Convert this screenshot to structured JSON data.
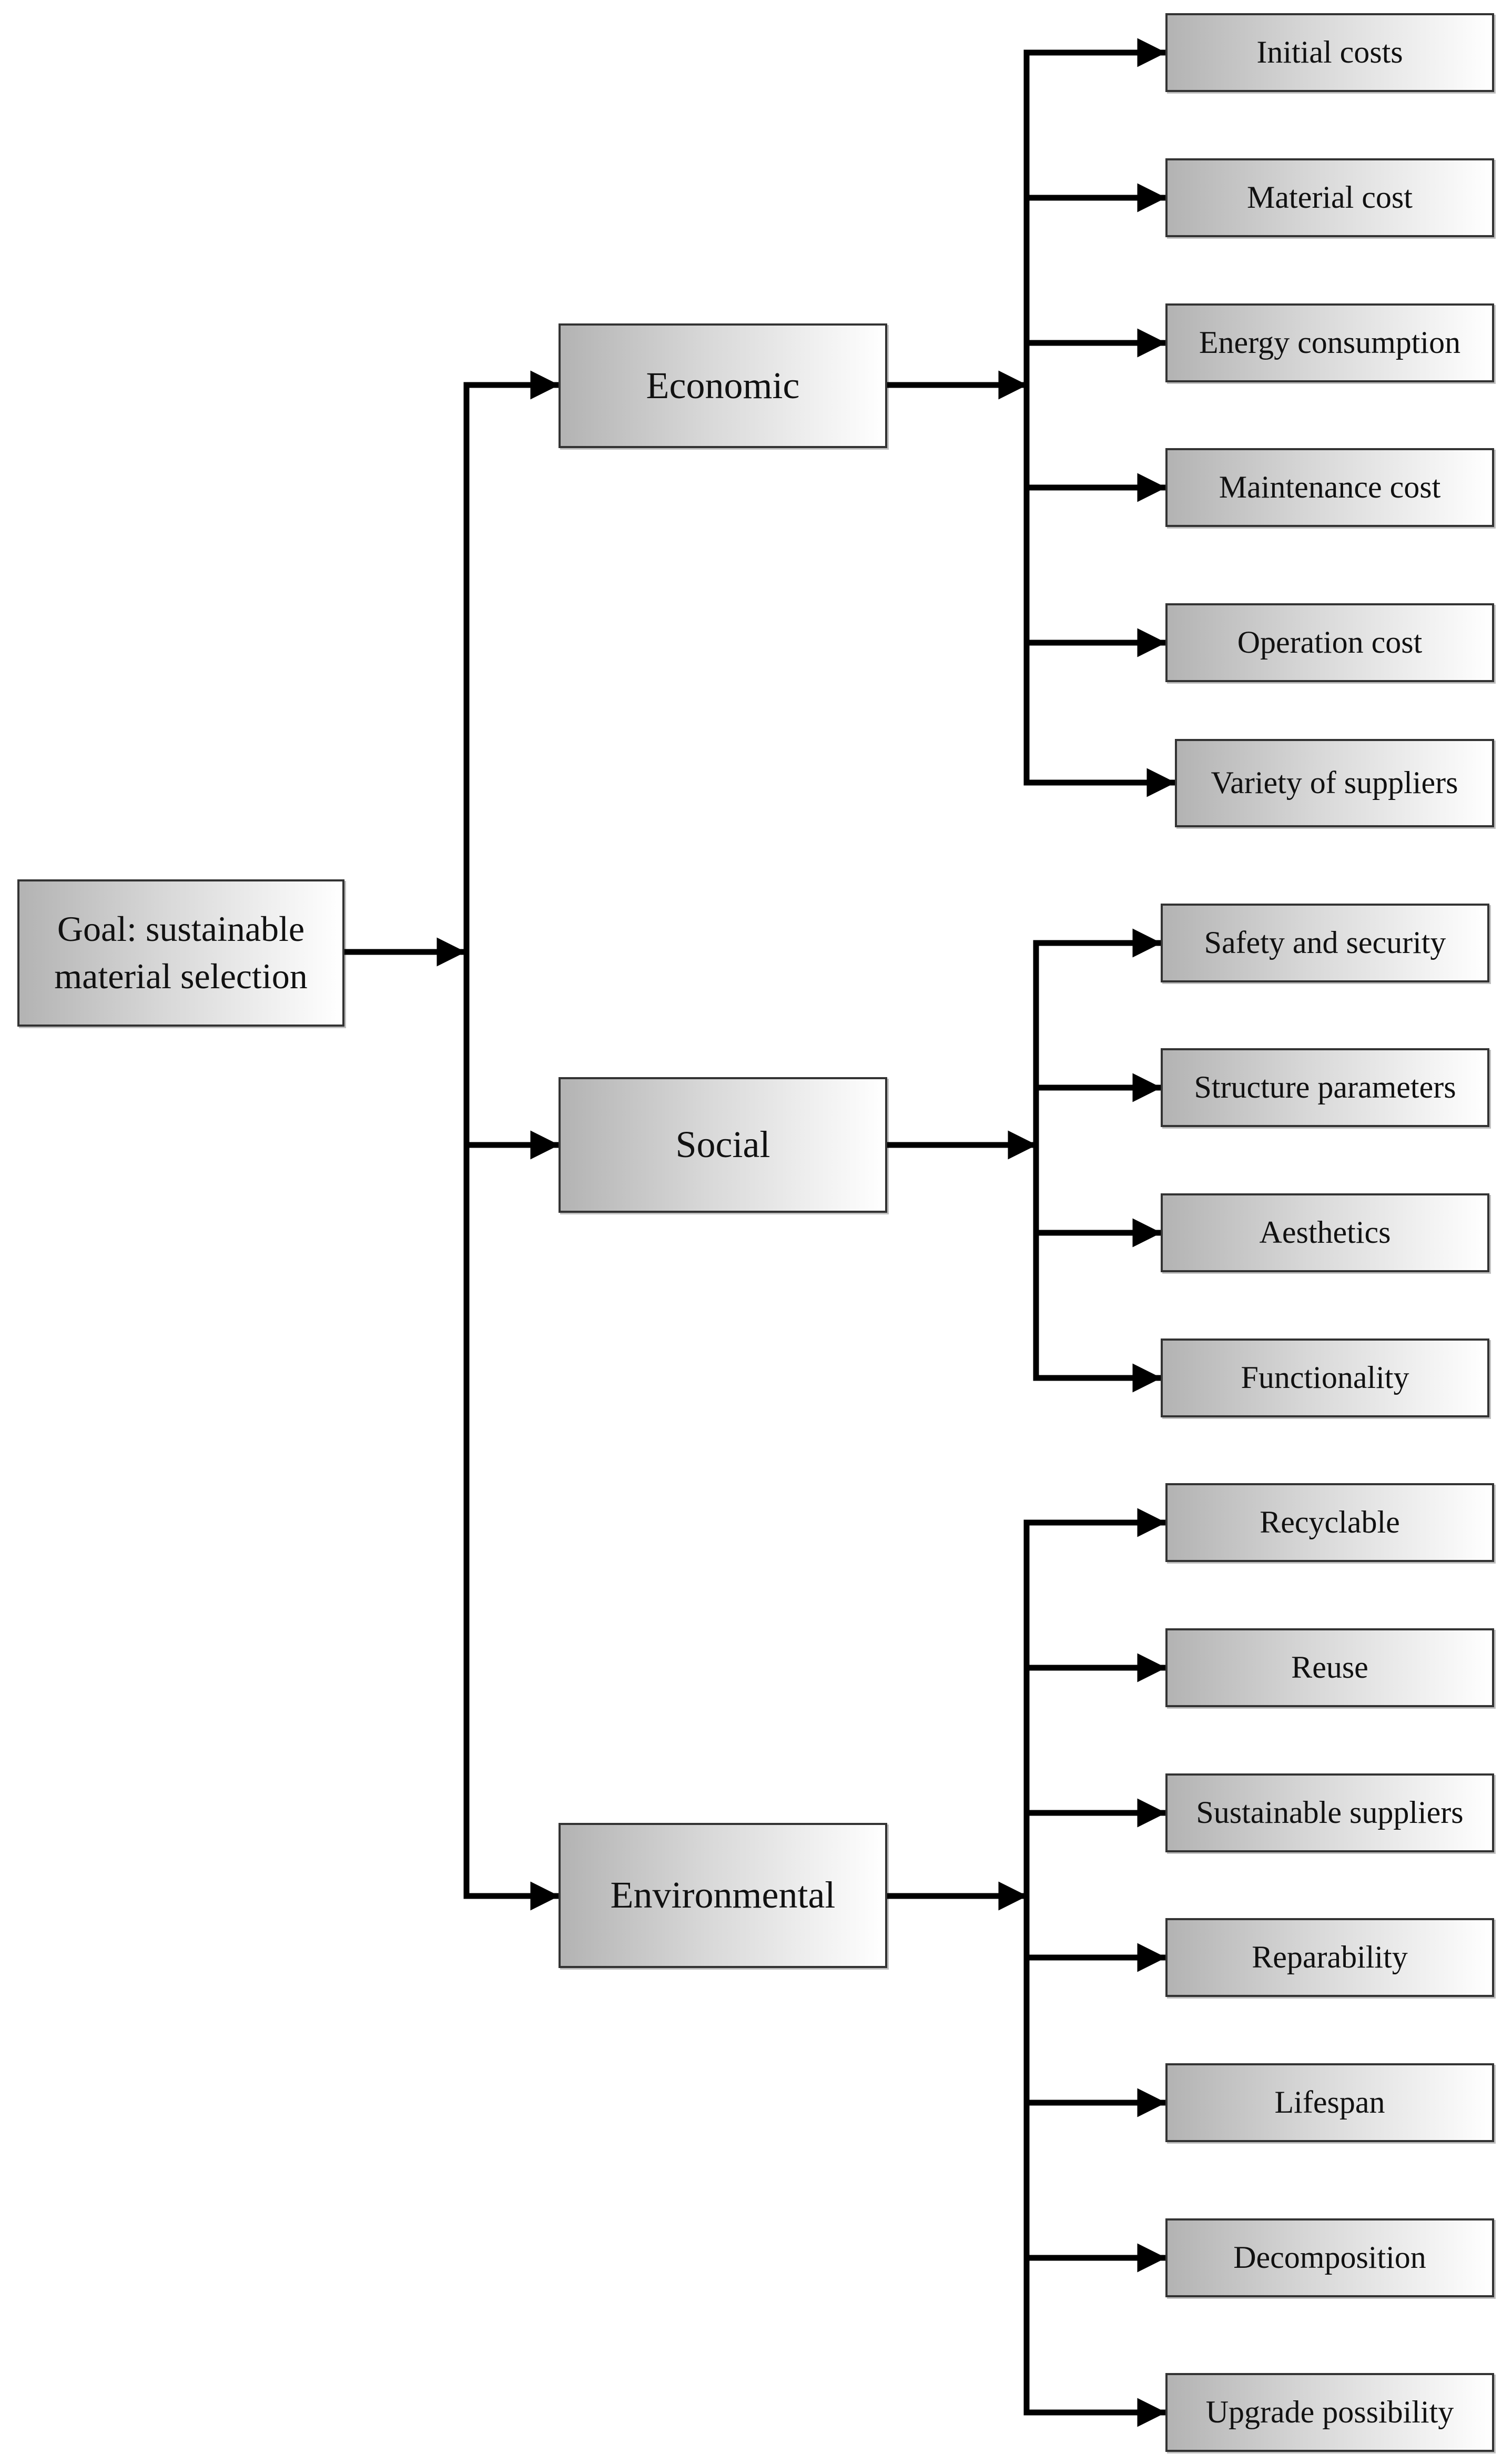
{
  "goal": {
    "line1": "Goal: sustainable",
    "line2": "material selection"
  },
  "criteria": {
    "economic": {
      "label": "Economic",
      "items": [
        "Initial costs",
        "Material cost",
        "Energy consumption",
        "Maintenance cost",
        "Operation cost",
        "Variety of suppliers"
      ]
    },
    "social": {
      "label": "Social",
      "items": [
        "Safety and security",
        "Structure parameters",
        "Aesthetics",
        "Functionality"
      ]
    },
    "environmental": {
      "label": "Environmental",
      "items": [
        "Recyclable",
        "Reuse",
        "Sustainable suppliers",
        "Reparability",
        "Lifespan",
        "Decomposition",
        "Upgrade possibility"
      ]
    }
  }
}
